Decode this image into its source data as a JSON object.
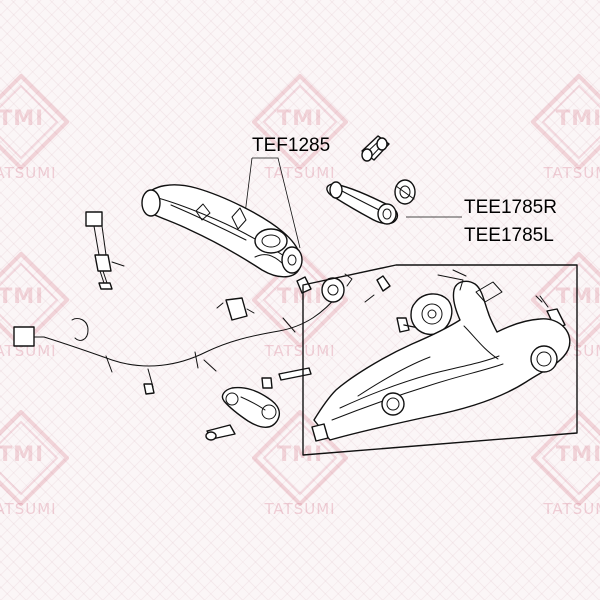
{
  "watermark": {
    "logo_text": "TMI",
    "brand": "TATSUMI"
  },
  "callouts": {
    "control_arm": "TEF1285",
    "link_right": "TEE1785R",
    "link_left": "TEE1785L"
  }
}
